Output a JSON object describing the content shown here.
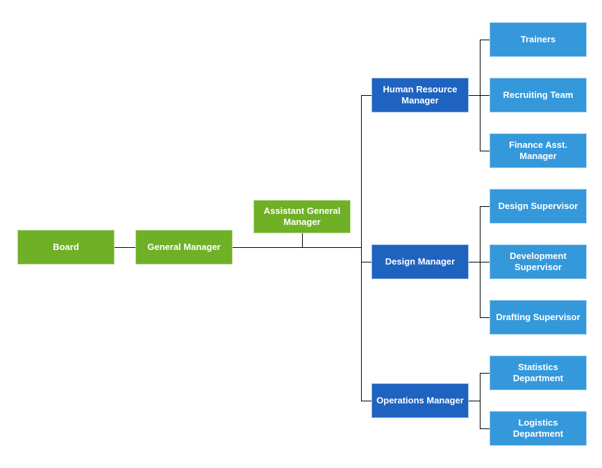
{
  "diagram": {
    "type": "org-chart",
    "connector_color": "#000000",
    "levels": {
      "executive": {
        "fill": "#6FB027",
        "text_color": "#ffffff"
      },
      "manager": {
        "fill": "#1E63C0",
        "text_color": "#ffffff"
      },
      "team": {
        "fill": "#3498DB",
        "text_color": "#ffffff"
      }
    },
    "nodes": {
      "board": {
        "label": "Board",
        "level": "executive"
      },
      "general_manager": {
        "label": "General Manager",
        "level": "executive"
      },
      "assistant_general_manager": {
        "label": "Assistant General Manager",
        "level": "executive"
      },
      "human_resource_manager": {
        "label": "Human Resource Manager",
        "level": "manager"
      },
      "design_manager": {
        "label": "Design Manager",
        "level": "manager"
      },
      "operations_manager": {
        "label": "Operations Manager",
        "level": "manager"
      },
      "trainers": {
        "label": "Trainers",
        "level": "team"
      },
      "recruiting_team": {
        "label": "Recruiting Team",
        "level": "team"
      },
      "finance_asst_manager": {
        "label": "Finance Asst. Manager",
        "level": "team"
      },
      "design_supervisor": {
        "label": "Design Supervisor",
        "level": "team"
      },
      "development_supervisor": {
        "label": "Development Supervisor",
        "level": "team"
      },
      "drafting_supervisor": {
        "label": "Drafting Supervisor",
        "level": "team"
      },
      "statistics_department": {
        "label": "Statistics Department",
        "level": "team"
      },
      "logistics_department": {
        "label": "Logistics Department",
        "level": "team"
      }
    },
    "edges": [
      {
        "from": "board",
        "to": "general_manager"
      },
      {
        "from": "general_manager",
        "to": "assistant_general_manager"
      },
      {
        "from": "general_manager",
        "to": "human_resource_manager"
      },
      {
        "from": "general_manager",
        "to": "design_manager"
      },
      {
        "from": "general_manager",
        "to": "operations_manager"
      },
      {
        "from": "human_resource_manager",
        "to": "trainers"
      },
      {
        "from": "human_resource_manager",
        "to": "recruiting_team"
      },
      {
        "from": "human_resource_manager",
        "to": "finance_asst_manager"
      },
      {
        "from": "design_manager",
        "to": "design_supervisor"
      },
      {
        "from": "design_manager",
        "to": "development_supervisor"
      },
      {
        "from": "design_manager",
        "to": "drafting_supervisor"
      },
      {
        "from": "operations_manager",
        "to": "statistics_department"
      },
      {
        "from": "operations_manager",
        "to": "logistics_department"
      }
    ]
  }
}
